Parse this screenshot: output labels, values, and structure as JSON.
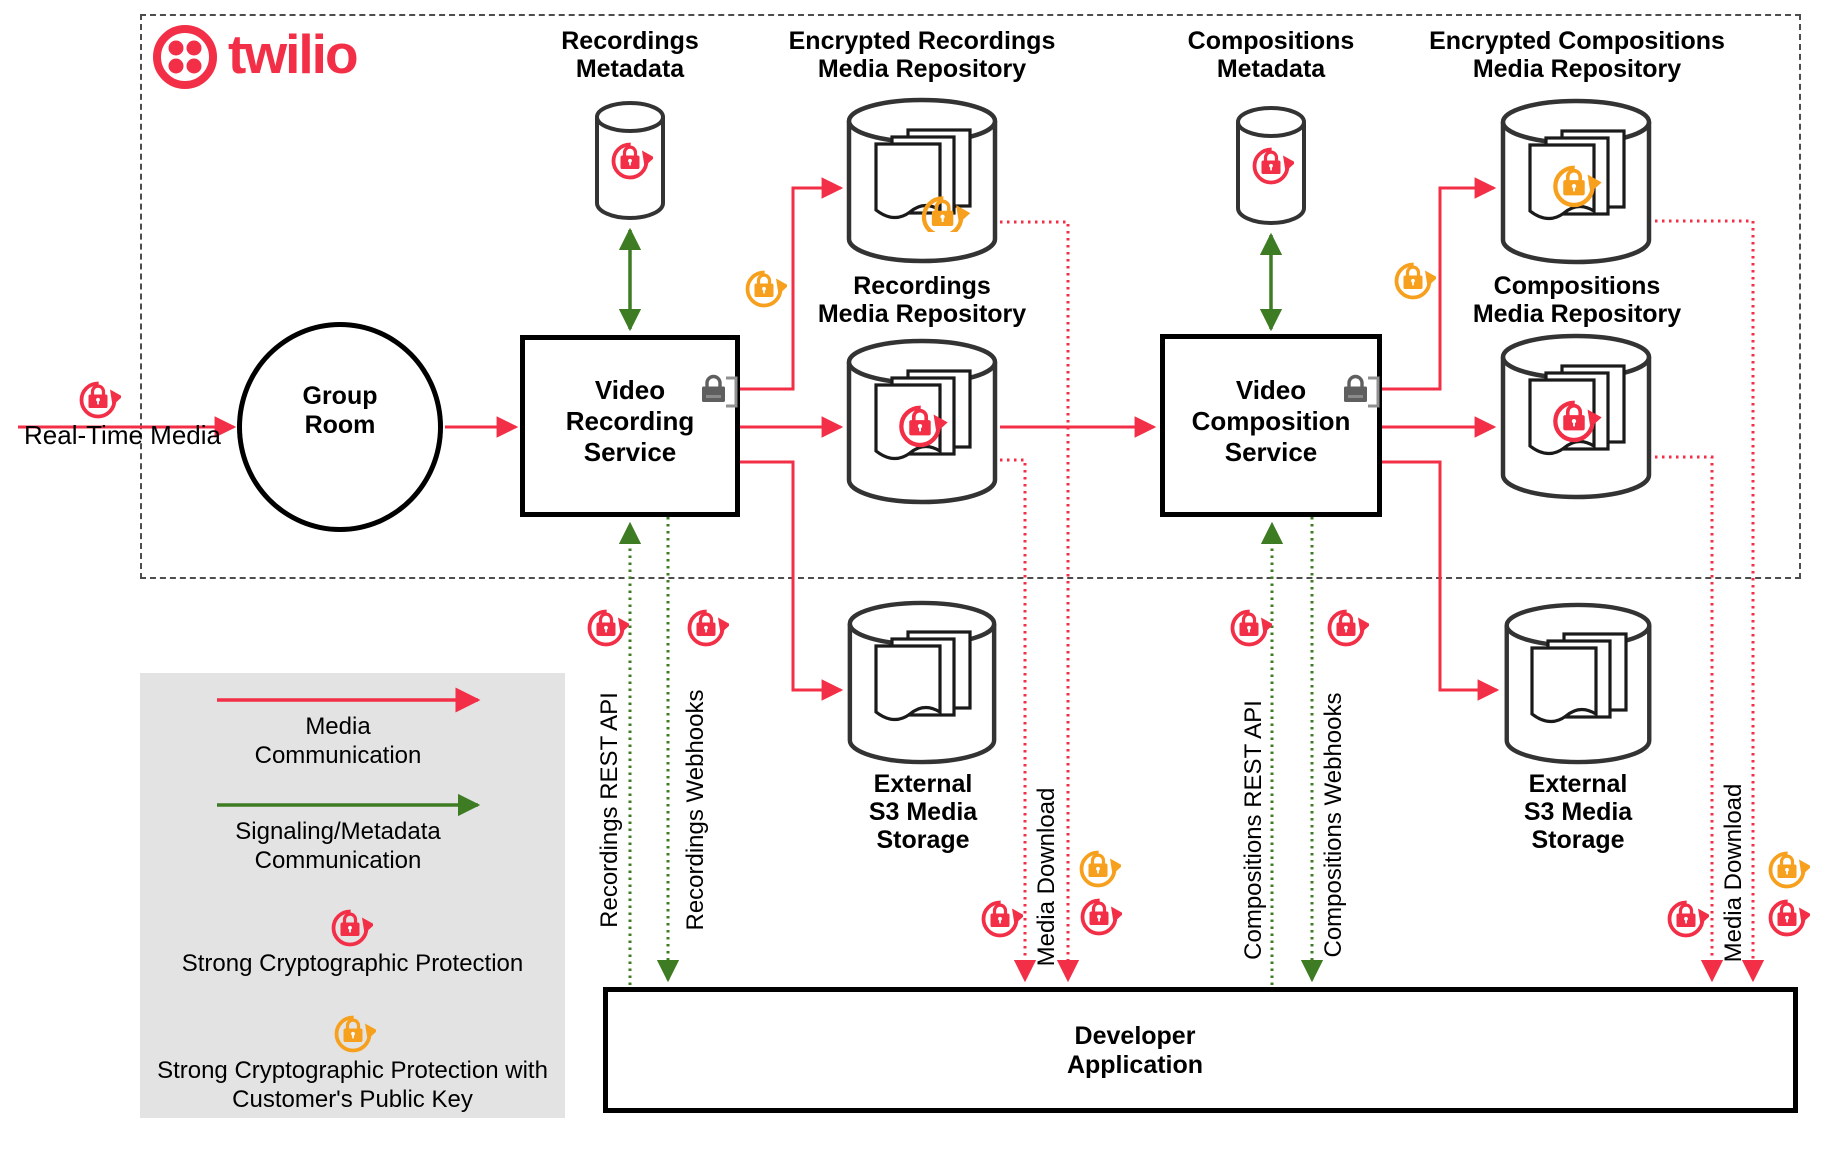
{
  "brand": "twilio",
  "colors": {
    "twilio_red": "#F22F46",
    "signal_green": "#3E7C23",
    "customer_key_orange": "#F7A01E",
    "service_lock_gray": "#666666"
  },
  "nodes": {
    "group_room": "Group\nRoom",
    "video_recording_service": "Video\nRecording\nService",
    "video_composition_service": "Video\nComposition\nService",
    "developer_application": "Developer\nApplication",
    "recordings_metadata": "Recordings\nMetadata",
    "encrypted_recordings_repository": "Encrypted Recordings\nMedia Repository",
    "recordings_repository": "Recordings\nMedia Repository",
    "compositions_metadata": "Compositions\nMetadata",
    "encrypted_compositions_repository": "Encrypted Compositions\nMedia Repository",
    "compositions_repository": "Compositions\nMedia Repository",
    "external_s3_left": "External\nS3 Media\nStorage",
    "external_s3_right": "External\nS3 Media\nStorage"
  },
  "edges": {
    "real_time_media": "Real-Time Media",
    "recordings_rest_api": "Recordings REST API",
    "recordings_webhooks": "Recordings Webhooks",
    "media_download_left": "Media Download",
    "compositions_rest_api": "Compositions REST API",
    "compositions_webhooks": "Compositions Webhooks",
    "media_download_right": "Media Download"
  },
  "legend": {
    "media_communication": "Media\nCommunication",
    "signaling_metadata_communication": "Signaling/Metadata\nCommunication",
    "strong_cryptographic_protection": "Strong Cryptographic Protection",
    "strong_cryptographic_protection_customer_key": "Strong Cryptographic Protection with\nCustomer's Public Key"
  }
}
